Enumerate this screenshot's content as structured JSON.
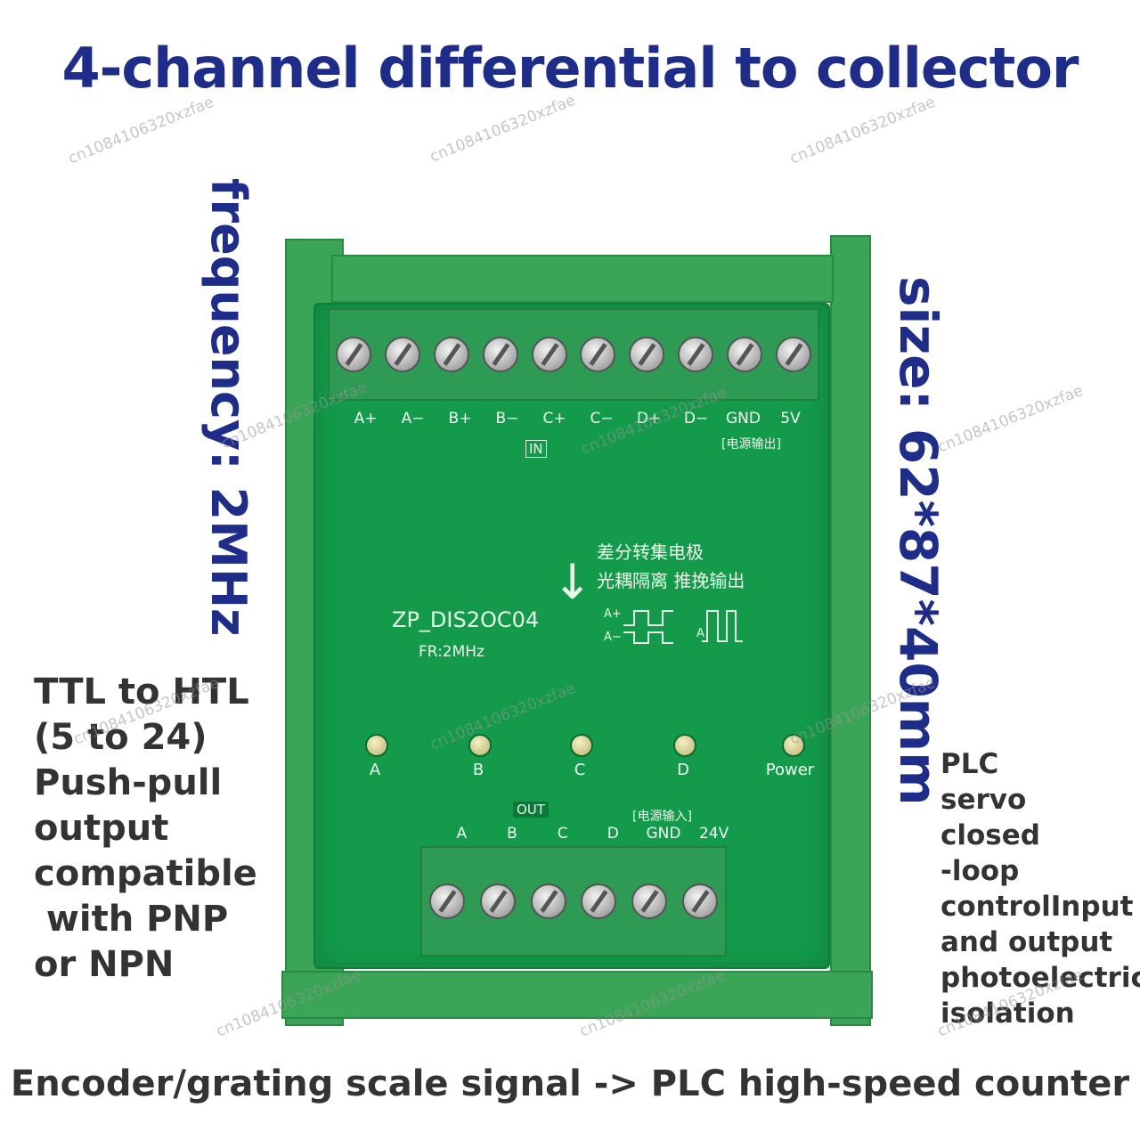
{
  "title": "4-channel differential to collector",
  "left_vertical": "frequency: 2MHz",
  "right_vertical": "size: 62*87*40mm",
  "left_note": [
    "TTL to HTL",
    "(5 to 24)",
    "Push-pull",
    "output",
    "compatible",
    " with PNP",
    "or NPN"
  ],
  "right_note": [
    "PLC",
    "servo",
    "closed",
    "-loop",
    "controlInput",
    "and output",
    "photoelectric",
    "isolation"
  ],
  "bottom_caption": "Encoder/grating scale signal -> PLC high-speed counter",
  "watermark_text": "cn1084106320xzfae",
  "device": {
    "input_pins": [
      "A+",
      "A−",
      "B+",
      "B−",
      "C+",
      "C−",
      "D+",
      "D−",
      "GND",
      "5V"
    ],
    "input_power_note": "[电源输出]",
    "in_label": "IN",
    "chinese_line1": "差分转集电极",
    "chinese_line2": "光耦隔离 推挽输出",
    "model": "ZP_DIS2OC04",
    "freq": "FR:2MHz",
    "diff_a_plus": "A+",
    "diff_a_minus": "A−",
    "out_a": "A",
    "leds": [
      "A",
      "B",
      "C",
      "D",
      "Power"
    ],
    "out_label": "OUT",
    "output_power_note": "[电源输入]",
    "output_pins": [
      "A",
      "B",
      "C",
      "D",
      "GND",
      "24V"
    ]
  },
  "colors": {
    "title": "#1f2d8a",
    "text": "#333333",
    "board": "#139a4a",
    "terminal": "#2e9b55"
  }
}
